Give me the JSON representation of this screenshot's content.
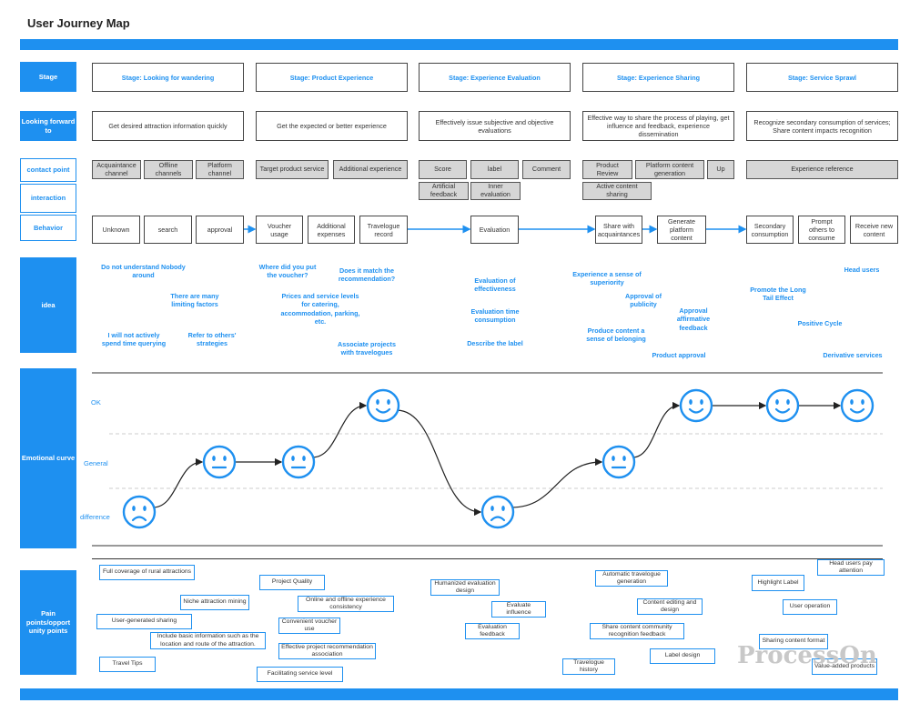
{
  "title": "User Journey Map",
  "row_labels": {
    "stage": "Stage",
    "looking": "Looking forward to",
    "contact": "contact point",
    "interaction": "interaction",
    "behavior": "Behavior",
    "idea": "idea",
    "emotion": "Emotional curve",
    "pain": "Pain points/opport unity points"
  },
  "stages": [
    "Stage: Looking for wandering",
    "Stage: Product Experience",
    "Stage: Experience Evaluation",
    "Stage: Experience Sharing",
    "Stage: Service Sprawl"
  ],
  "expectations": [
    "Get desired attraction information quickly",
    "Get the expected or better experience",
    "Effectively issue subjective and objective evaluations",
    "Effective way to share the process of playing, get influence and feedback, experience dissemination",
    "Recognize secondary consumption of services; Share content impacts recognition"
  ],
  "contact_points": [
    "Acquaintance channel",
    "Offline channels",
    "Platform channel",
    "Target product service",
    "Additional experience",
    "Score",
    "label",
    "Comment",
    "Product Review",
    "Platform content generation",
    "Up",
    "Experience reference"
  ],
  "interactions": [
    "Artificial feedback",
    "Inner evaluation",
    "Active content sharing"
  ],
  "behaviors": [
    "Unknown",
    "search",
    "approval",
    "Voucher usage",
    "Additional expenses",
    "Travelogue record",
    "Evaluation",
    "Share with acquaintances",
    "Generate platform content",
    "Secondary consumption",
    "Prompt others to consume",
    "Receive new content"
  ],
  "ideas": [
    "Do not understand Nobody around",
    "There are many limiting factors",
    "I will not actively spend time querying",
    "Refer to others' strategies",
    "Where did you put the voucher?",
    "Does it match the recommendation?",
    "Prices and service levels for catering, accommodation, parking, etc.",
    "Associate projects with travelogues",
    "Evaluation of effectiveness",
    "Evaluation time consumption",
    "Describe the label",
    "Experience a sense of superiority",
    "Approval of publicity",
    "Produce content a sense of belonging",
    "Approval affirmative feedback",
    "Product approval",
    "Promote the Long Tail Effect",
    "Head users",
    "Positive Cycle",
    "Derivative services"
  ],
  "emotion_levels": [
    "OK",
    "General",
    "difference"
  ],
  "emotion_points": [
    {
      "stage": 0,
      "level": "difference"
    },
    {
      "stage": 1,
      "level": "General"
    },
    {
      "stage": 2,
      "level": "General"
    },
    {
      "stage": 3,
      "level": "OK"
    },
    {
      "stage": 4,
      "level": "difference"
    },
    {
      "stage": 5,
      "level": "General"
    },
    {
      "stage": 6,
      "level": "OK"
    },
    {
      "stage": 7,
      "level": "OK"
    },
    {
      "stage": 8,
      "level": "OK"
    }
  ],
  "pain_points": [
    "Full coverage of rural attractions",
    "Niche attraction mining",
    "User-generated sharing",
    "Include basic information such as the location and route of the attraction.",
    "Travel Tips",
    "Project Quality",
    "Online and offline experience consistency",
    "Convenient voucher use",
    "Effective project recommendation association",
    "Facilitating service level",
    "Humanized evaluation design",
    "Evaluate influence",
    "Evaluation feedback",
    "Automatic travelogue generation",
    "Content editing and design",
    "Share content community recognition feedback",
    "Label design",
    "Travelogue history",
    "Head users pay attention",
    "Highlight Label",
    "User operation",
    "Sharing content format",
    "Value-added products"
  ],
  "watermark": "ProcessOn",
  "colors": {
    "accent": "#1e90f0",
    "tag_gray": "#d6d6d6",
    "line": "#444444"
  }
}
